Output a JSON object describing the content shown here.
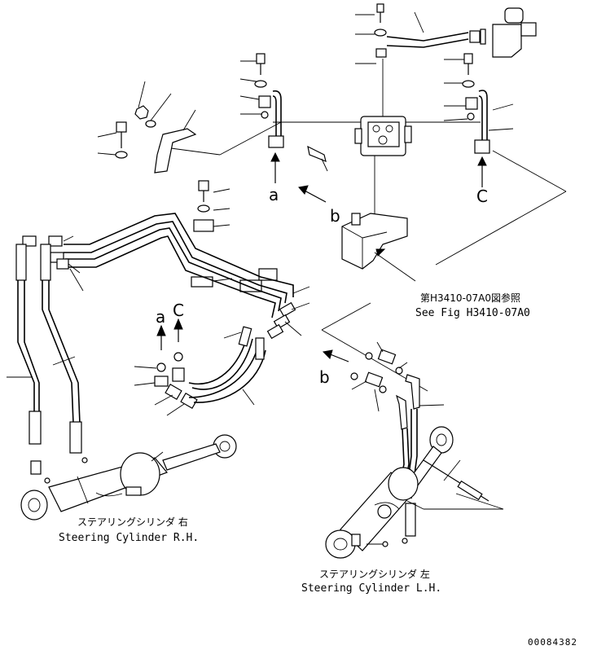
{
  "callouts": {
    "a_upper": "a",
    "a_lower": "a",
    "b_upper": "b",
    "b_lower": "b",
    "c_upper": "C",
    "c_lower": "C"
  },
  "reference": {
    "jp": "第H3410-07A0図参照",
    "en": "See Fig H3410-07A0"
  },
  "cylinders": {
    "right": {
      "jp": "ステアリングシリンダ 右",
      "en": "Steering Cylinder R.H."
    },
    "left": {
      "jp": "ステアリングシリンダ 左",
      "en": "Steering Cylinder L.H."
    }
  },
  "document_number": "00084382"
}
